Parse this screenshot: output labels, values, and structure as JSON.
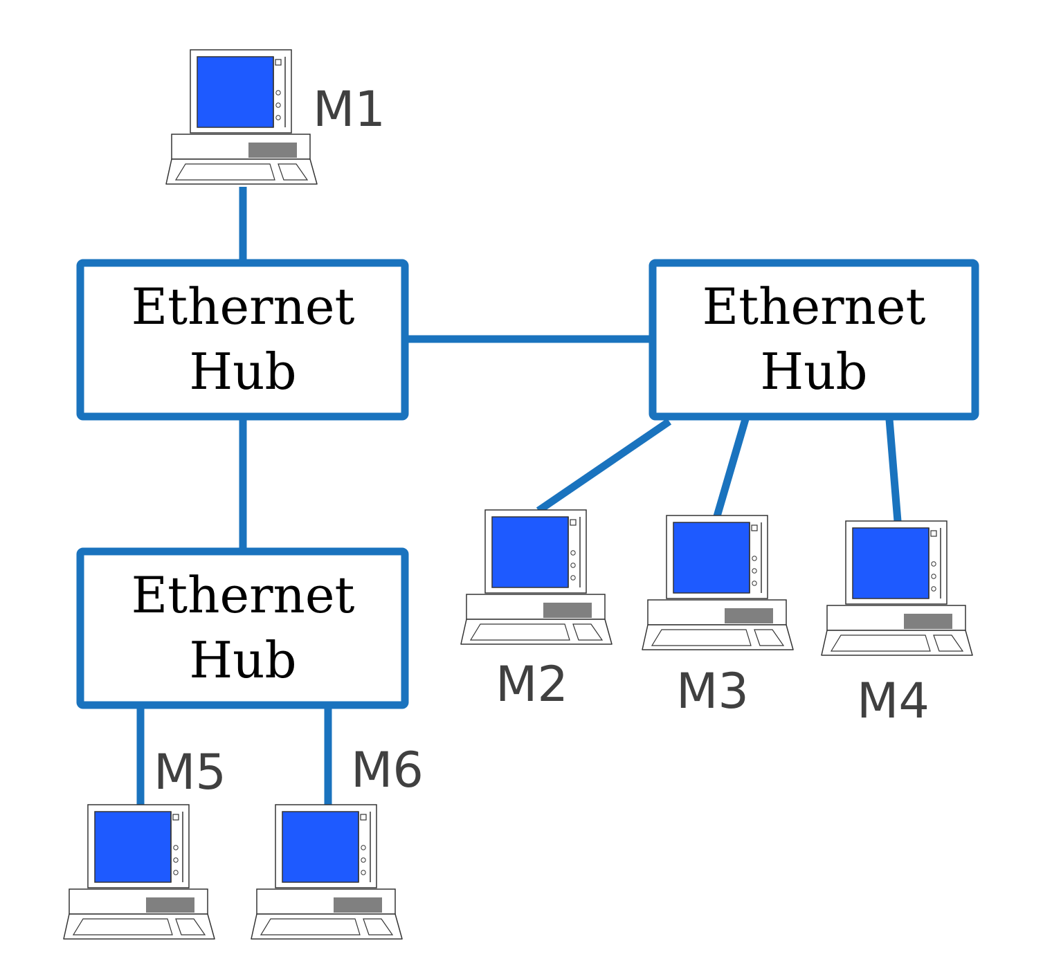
{
  "colors": {
    "link": "#1a73be",
    "screen": "#1e5aff",
    "outline": "#333333",
    "drive": "#808080",
    "label": "#404040"
  },
  "hubs": [
    {
      "id": "hub-1",
      "line1": "Ethernet",
      "line2": "Hub"
    },
    {
      "id": "hub-2",
      "line1": "Ethernet",
      "line2": "Hub"
    },
    {
      "id": "hub-3",
      "line1": "Ethernet",
      "line2": "Hub"
    }
  ],
  "machines": [
    {
      "id": "m1",
      "label": "M1",
      "icon": "computer-icon"
    },
    {
      "id": "m2",
      "label": "M2",
      "icon": "computer-icon"
    },
    {
      "id": "m3",
      "label": "M3",
      "icon": "computer-icon"
    },
    {
      "id": "m4",
      "label": "M4",
      "icon": "computer-icon"
    },
    {
      "id": "m5",
      "label": "M5",
      "icon": "computer-icon"
    },
    {
      "id": "m6",
      "label": "M6",
      "icon": "computer-icon"
    }
  ],
  "links": [
    {
      "from": "m1",
      "to": "hub-1"
    },
    {
      "from": "hub-1",
      "to": "hub-2"
    },
    {
      "from": "hub-1",
      "to": "hub-3"
    },
    {
      "from": "hub-2",
      "to": "m2"
    },
    {
      "from": "hub-2",
      "to": "m3"
    },
    {
      "from": "hub-2",
      "to": "m4"
    },
    {
      "from": "hub-3",
      "to": "m5"
    },
    {
      "from": "hub-3",
      "to": "m6"
    }
  ]
}
